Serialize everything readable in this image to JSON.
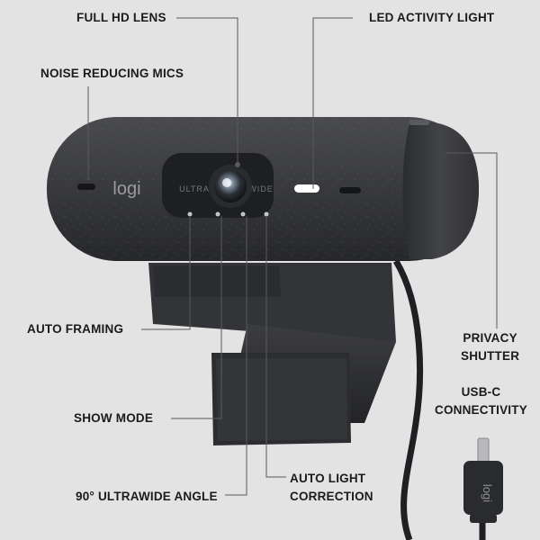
{
  "brand_logo": "logi",
  "lens_ring_text": {
    "left": "ULTRA",
    "right": "WIDE"
  },
  "callouts": {
    "full_hd_lens": "FULL HD LENS",
    "led_activity_light": "LED ACTIVITY LIGHT",
    "noise_reducing_mics": "NOISE REDUCING MICS",
    "auto_framing": "AUTO FRAMING",
    "privacy_shutter": "PRIVACY\nSHUTTER",
    "usb_c_connectivity": "USB-C\nCONNECTIVITY",
    "show_mode": "SHOW MODE",
    "auto_light_correction": "AUTO LIGHT\nCORRECTION",
    "ultrawide_angle": "90° ULTRAWIDE ANGLE"
  },
  "colors": {
    "background": "#e3e3e3",
    "camera_body": "#3a3b3e",
    "callout_line": "#555555",
    "led": "#ffffff"
  }
}
